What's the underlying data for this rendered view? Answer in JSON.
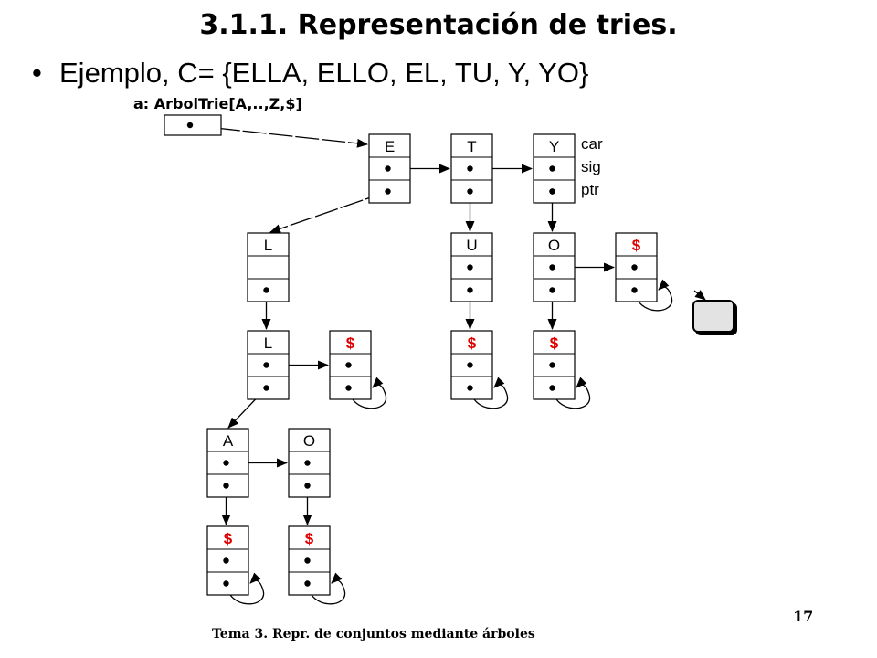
{
  "slide": {
    "title": "3.1.1. Representación de tries.",
    "bullet": "Ejemplo, C= {ELLA, ELLO, EL, TU, Y, YO}",
    "variable_label": "a: ArbolTrie[A,..,Z,$]",
    "field_labels": [
      "car",
      "sig",
      "ptr"
    ],
    "page_number": "17",
    "footer": "Tema 3. Repr. de conjuntos mediante árboles"
  },
  "colors": {
    "text": "#000000",
    "dollar": "#e00000"
  },
  "nodes": [
    {
      "id": "E",
      "car": "E"
    },
    {
      "id": "T",
      "car": "T"
    },
    {
      "id": "Y",
      "car": "Y"
    },
    {
      "id": "L1",
      "car": "L"
    },
    {
      "id": "U",
      "car": "U"
    },
    {
      "id": "O1",
      "car": "O"
    },
    {
      "id": "D1",
      "car": "$"
    },
    {
      "id": "L2",
      "car": "L"
    },
    {
      "id": "D2",
      "car": "$"
    },
    {
      "id": "D3",
      "car": "$"
    },
    {
      "id": "D4",
      "car": "$"
    },
    {
      "id": "A",
      "car": "A"
    },
    {
      "id": "O2",
      "car": "O"
    },
    {
      "id": "D5",
      "car": "$"
    },
    {
      "id": "D6",
      "car": "$"
    }
  ]
}
